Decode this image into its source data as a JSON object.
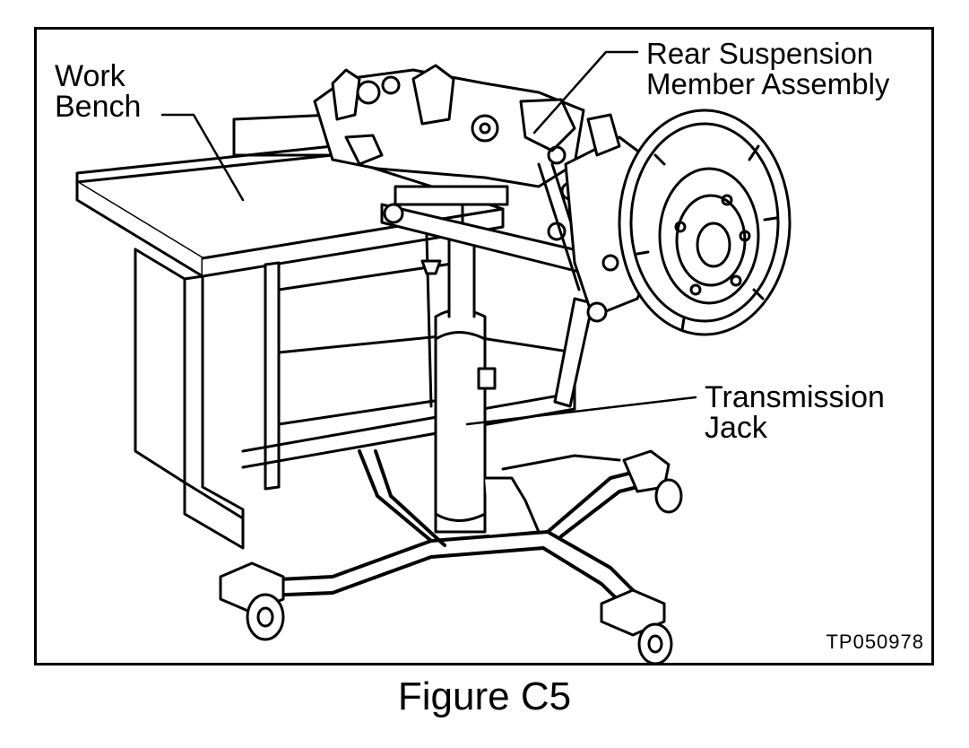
{
  "labels": {
    "work_bench": [
      "Work",
      "Bench"
    ],
    "rear_suspension": [
      "Rear Suspension",
      "Member Assembly"
    ],
    "transmission_jack": [
      "Transmission",
      "Jack"
    ]
  },
  "figure_code": "TP050978",
  "caption": "Figure C5"
}
